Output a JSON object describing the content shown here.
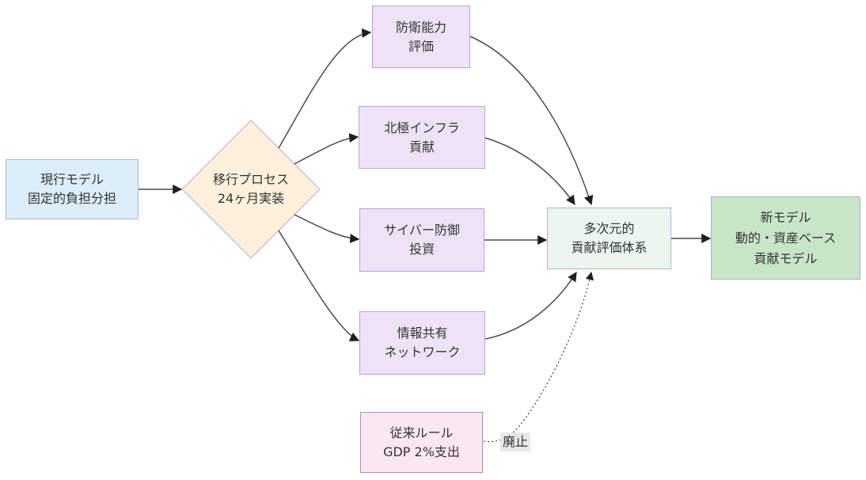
{
  "diagram": {
    "type": "flowchart",
    "direction": "left-to-right",
    "background": "#ffffff",
    "line_color": "#4b4b4b",
    "arrowhead_color": "#1f1f1f",
    "text_color": "#333333",
    "edge_label_bg": "#e8e8e8",
    "nodes": {
      "current": {
        "shape": "rectangle",
        "lines": [
          "現行モデル",
          "固定的負担分担"
        ],
        "fill": "#dceef9",
        "border": "#b1b3de"
      },
      "transition": {
        "shape": "diamond",
        "lines": [
          "移行プロセス",
          "24ヶ月実装"
        ],
        "fill": "#fdf0dc",
        "border": "#cdb1d7"
      },
      "defense": {
        "shape": "rectangle",
        "lines": [
          "防衛能力",
          "評価"
        ],
        "fill": "#eee3f6",
        "border": "#b9a3cf"
      },
      "arctic": {
        "shape": "rectangle",
        "lines": [
          "北極インフラ",
          "貢献"
        ],
        "fill": "#eee3f6",
        "border": "#b9a3cf"
      },
      "cyber": {
        "shape": "rectangle",
        "lines": [
          "サイバー防御",
          "投資"
        ],
        "fill": "#eee3f6",
        "border": "#b9a3cf"
      },
      "network": {
        "shape": "rectangle",
        "lines": [
          "情報共有",
          "ネットワーク"
        ],
        "fill": "#eee3f6",
        "border": "#b9a3cf"
      },
      "eval": {
        "shape": "rectangle",
        "lines": [
          "多次元的",
          "貢献評価体系"
        ],
        "fill": "#eaf6ee",
        "border": "#b5b3d8"
      },
      "newmodel": {
        "shape": "rectangle",
        "lines": [
          "新モデル",
          "動的・資産ベース",
          "貢献モデル"
        ],
        "fill": "#c9e5c8",
        "border": "#aeadd3"
      },
      "legacy": {
        "shape": "rectangle",
        "lines": [
          "従来ルール",
          "GDP 2%支出"
        ],
        "fill": "#fbe7f1",
        "border": "#bd85c0"
      }
    },
    "edges": [
      {
        "from": "current",
        "to": "transition",
        "style": "solid",
        "label": ""
      },
      {
        "from": "transition",
        "to": "defense",
        "style": "solid",
        "label": ""
      },
      {
        "from": "transition",
        "to": "arctic",
        "style": "solid",
        "label": ""
      },
      {
        "from": "transition",
        "to": "cyber",
        "style": "solid",
        "label": ""
      },
      {
        "from": "transition",
        "to": "network",
        "style": "solid",
        "label": ""
      },
      {
        "from": "defense",
        "to": "eval",
        "style": "solid",
        "label": ""
      },
      {
        "from": "arctic",
        "to": "eval",
        "style": "solid",
        "label": ""
      },
      {
        "from": "cyber",
        "to": "eval",
        "style": "solid",
        "label": ""
      },
      {
        "from": "network",
        "to": "eval",
        "style": "solid",
        "label": ""
      },
      {
        "from": "eval",
        "to": "newmodel",
        "style": "solid",
        "label": ""
      },
      {
        "from": "legacy",
        "to": "eval",
        "style": "dotted",
        "label": "廃止"
      }
    ]
  }
}
